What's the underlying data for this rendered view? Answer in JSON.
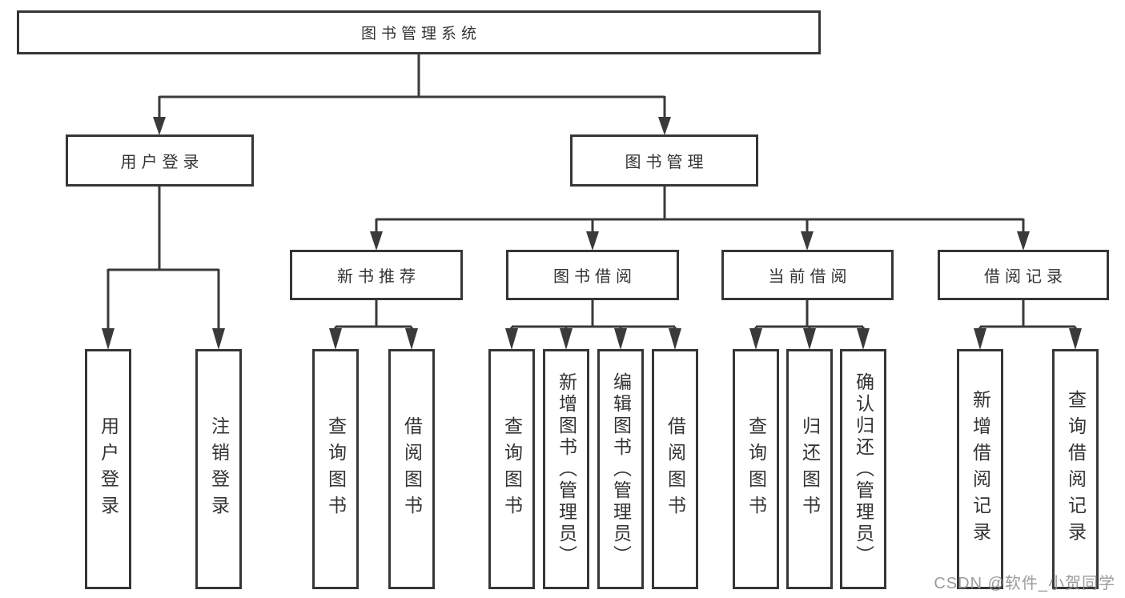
{
  "diagram": {
    "title_node": "图书管理系统",
    "level2": {
      "user_login": "用户登录",
      "book_mgmt": "图书管理"
    },
    "level3": {
      "new_books": "新书推荐",
      "book_borrow": "图书借阅",
      "current_borrow": "当前借阅",
      "borrow_records": "借阅记录"
    },
    "leaves": {
      "user_login_leaf": "用户登录",
      "logout": "注销登录",
      "nb_query_books": "查询图书",
      "nb_borrow_books": "借阅图书",
      "bb_query_books": "查询图书",
      "bb_add_books": "新增图书（管理员）",
      "bb_edit_books": "编辑图书（管理员）",
      "bb_borrow_books": "借阅图书",
      "cb_query_books": "查询图书",
      "cb_return_books": "归还图书",
      "cb_confirm_return": "确认归还（管理员）",
      "br_add_record": "新增借阅记录",
      "br_query_record": "查询借阅记录"
    }
  },
  "watermark": "CSDN @软件_小贺同学",
  "colors": {
    "line": "#3a3a3a",
    "border": "#363636",
    "text": "#333333",
    "watermark": "#949494",
    "background": "#ffffff"
  }
}
